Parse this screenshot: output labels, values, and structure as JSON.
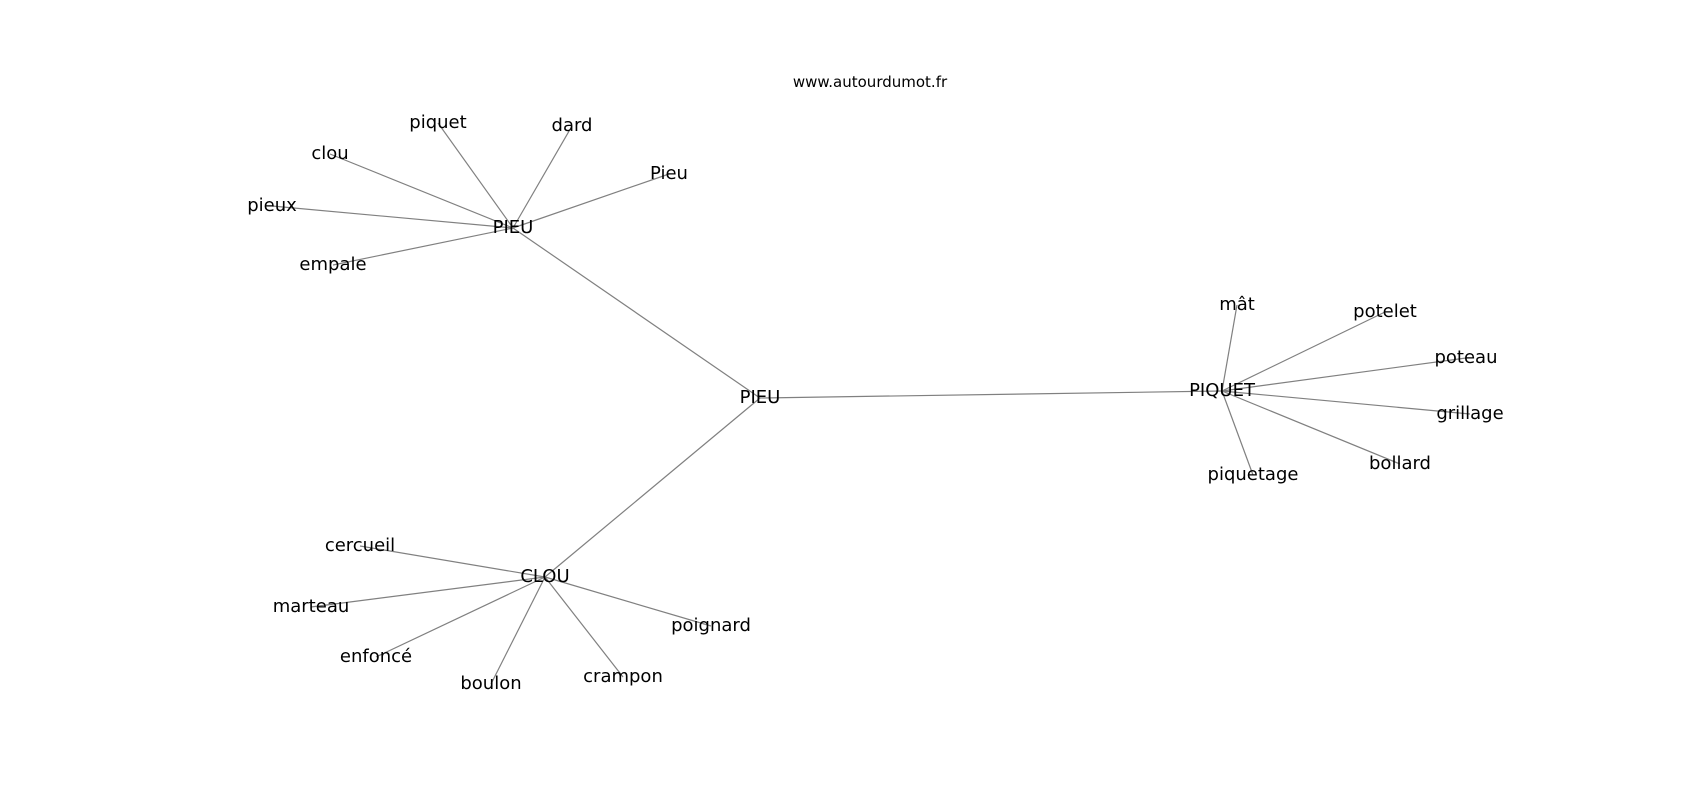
{
  "source": "www.autourdumot.fr",
  "colors": {
    "edge": "#808080",
    "text": "#000000",
    "background": "#ffffff"
  },
  "nodes": [
    {
      "id": "root",
      "label": "PIEU"
    },
    {
      "id": "hub-pieu",
      "label": "PIEU"
    },
    {
      "id": "hub-piquet",
      "label": "PIQUET"
    },
    {
      "id": "hub-clou",
      "label": "CLOU"
    },
    {
      "id": "piquet",
      "label": "piquet"
    },
    {
      "id": "dard",
      "label": "dard"
    },
    {
      "id": "clou",
      "label": "clou"
    },
    {
      "id": "pieu-cap",
      "label": "Pieu"
    },
    {
      "id": "pieux",
      "label": "pieux"
    },
    {
      "id": "empale",
      "label": "empale"
    },
    {
      "id": "mat",
      "label": "mât"
    },
    {
      "id": "potelet",
      "label": "potelet"
    },
    {
      "id": "poteau",
      "label": "poteau"
    },
    {
      "id": "grillage",
      "label": "grillage"
    },
    {
      "id": "bollard",
      "label": "bollard"
    },
    {
      "id": "piquetage",
      "label": "piquetage"
    },
    {
      "id": "cercueil",
      "label": "cercueil"
    },
    {
      "id": "marteau",
      "label": "marteau"
    },
    {
      "id": "poignard",
      "label": "poignard"
    },
    {
      "id": "enfonce",
      "label": "enfoncé"
    },
    {
      "id": "boulon",
      "label": "boulon"
    },
    {
      "id": "crampon",
      "label": "crampon"
    }
  ],
  "edges": [
    [
      "root",
      "hub-pieu"
    ],
    [
      "root",
      "hub-piquet"
    ],
    [
      "root",
      "hub-clou"
    ],
    [
      "hub-pieu",
      "piquet"
    ],
    [
      "hub-pieu",
      "dard"
    ],
    [
      "hub-pieu",
      "clou"
    ],
    [
      "hub-pieu",
      "pieu-cap"
    ],
    [
      "hub-pieu",
      "pieux"
    ],
    [
      "hub-pieu",
      "empale"
    ],
    [
      "hub-piquet",
      "mat"
    ],
    [
      "hub-piquet",
      "potelet"
    ],
    [
      "hub-piquet",
      "poteau"
    ],
    [
      "hub-piquet",
      "grillage"
    ],
    [
      "hub-piquet",
      "bollard"
    ],
    [
      "hub-piquet",
      "piquetage"
    ],
    [
      "hub-clou",
      "cercueil"
    ],
    [
      "hub-clou",
      "marteau"
    ],
    [
      "hub-clou",
      "poignard"
    ],
    [
      "hub-clou",
      "enfonce"
    ],
    [
      "hub-clou",
      "boulon"
    ],
    [
      "hub-clou",
      "crampon"
    ]
  ]
}
